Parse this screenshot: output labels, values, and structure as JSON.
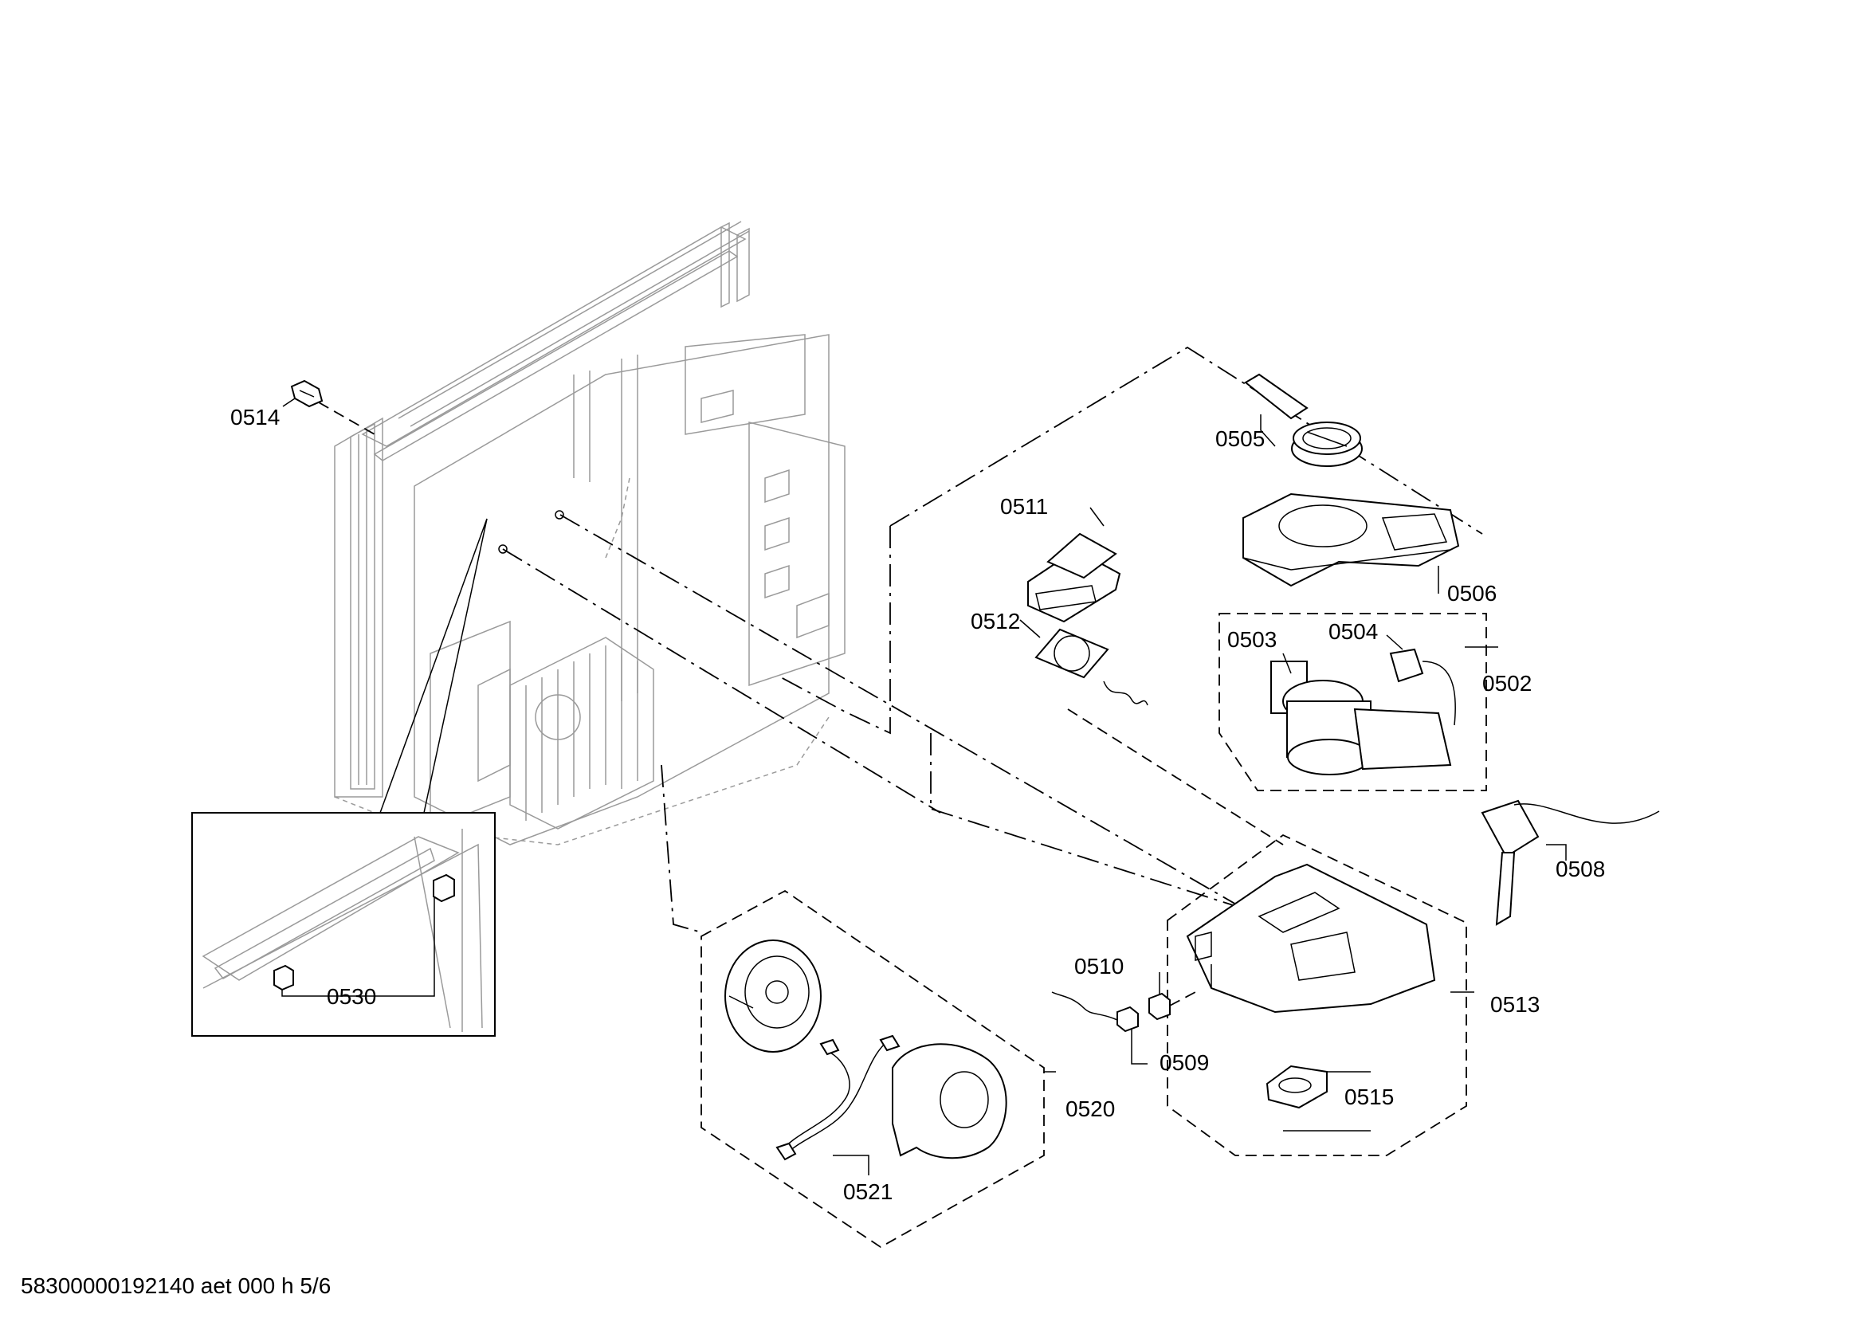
{
  "document_id": "58300000192140 aet 000 h 5/6",
  "part_labels": {
    "p0502": "0502",
    "p0503": "0503",
    "p0504": "0504",
    "p0505": "0505",
    "p0506": "0506",
    "p0508": "0508",
    "p0509": "0509",
    "p0510": "0510",
    "p0511": "0511",
    "p0512": "0512",
    "p0513": "0513",
    "p0514": "0514",
    "p0515": "0515",
    "p0520": "0520",
    "p0521": "0521",
    "p0530": "0530"
  }
}
